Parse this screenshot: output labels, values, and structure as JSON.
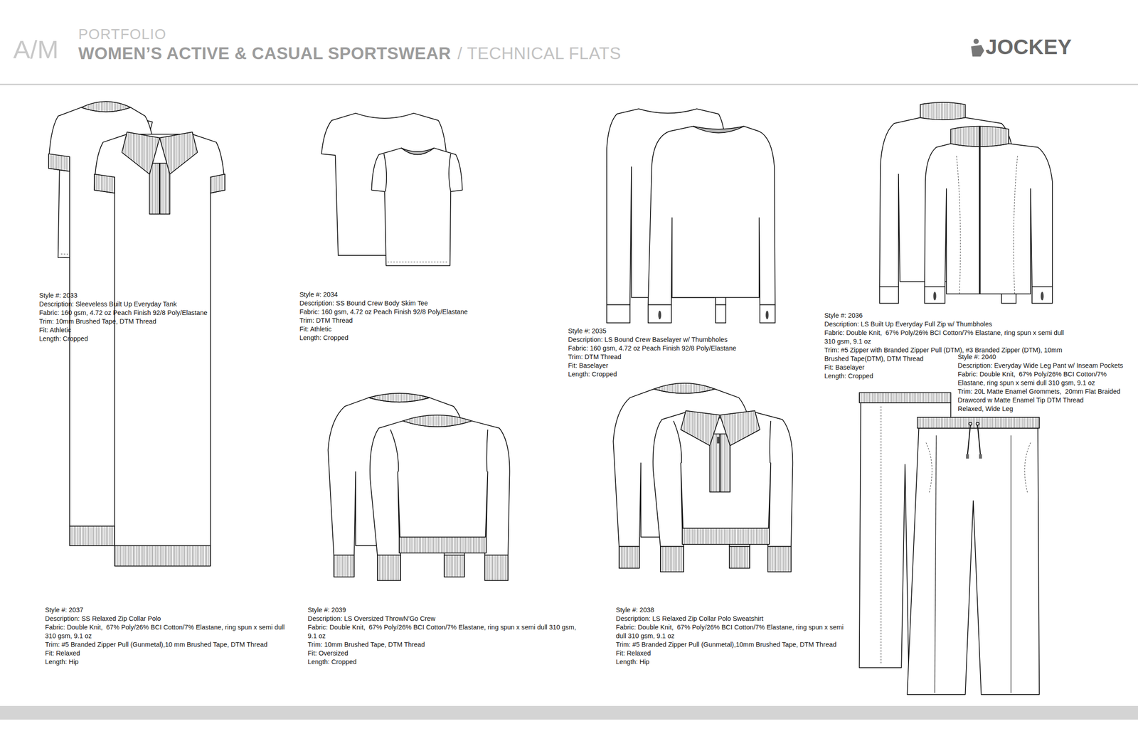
{
  "diagram": {
    "title": "WOMEN’S ACTIVE & CASUAL SPORTSWEAR",
    "labels": [
      "A/M",
      "PORTFOLIO",
      "/ TECHNICAL FLATS",
      "JOCKEY",
      "Style #: 2033",
      "Description: Sleeveless Built Up Everyday Tank",
      "Fabric: 160 gsm, 4.72 oz Peach Finish 92/8 Poly/Elastane",
      "Trim: 10mm Brushed Tape, DTM Thread",
      "Fit: Athletic",
      "Length: Cropped",
      "Style #: 2034",
      "Description: SS Bound Crew Body Skim Tee",
      "Fabric: 160 gsm, 4.72 oz Peach Finish 92/8 Poly/Elastane",
      "Trim: DTM Thread",
      "Fit: Athletic",
      "Length: Cropped",
      "Style #: 2035",
      "Description: LS Bound Crew Baselayer w/ Thumbholes",
      "Fabric: 160 gsm, 4.72 oz Peach Finish 92/8 Poly/Elastane",
      "Trim: DTM Thread",
      "Fit: Baselayer",
      "Length: Cropped",
      "Style #: 2036",
      "Description: LS Built Up Everyday Full Zip w/ Thumbholes",
      "Fabric: Double Knit,  67% Poly/26% BCI Cotton/7% Elastane, ring spun x semi dull 310 gsm, 9.1 oz",
      "Trim: #5 Zipper with Branded Zipper Pull (DTM), #3 Branded Zipper (DTM), 10mm Brushed Tape(DTM), DTM Thread",
      "Fit: Baselayer",
      "Length: Cropped",
      "Style #: 2040",
      "Description: Everyday Wide Leg Pant w/ Inseam Pockets",
      "Fabric: Double Knit,  67% Poly/26% BCI Cotton/7% Elastane, ring spun x semi dull 310 gsm, 9.1 oz",
      "Trim: 20L Matte Enamel Grommets,  20mm Flat Braided Drawcord w Matte Enamel Tip DTM Thread",
      "Relaxed, Wide Leg",
      "Style #: 2037",
      "Description: SS Relaxed Zip Collar Polo",
      "Fabric: Double Knit,  67% Poly/26% BCI Cotton/7% Elastane, ring spun x semi dull 310 gsm, 9.1 oz",
      "Trim: #5 Branded Zipper Pull (Gunmetal),10 mm Brushed Tape, DTM Thread",
      "Fit: Relaxed",
      "Length: Hip",
      "Style #: 2039",
      "Description: LS Oversized ThrowN’Go Crew",
      "Fabric: Double Knit,  67% Poly/26% BCI Cotton/7% Elastane, ring spun x semi dull 310 gsm, 9.1 oz",
      "Trim: 10mm Brushed Tape, DTM Thread",
      "Fit: Oversized",
      "Length: Cropped",
      "Style #: 2038",
      "Description: LS Relaxed Zip Collar Polo Sweatshirt",
      "Fabric: Double Knit,  67% Poly/26% BCI Cotton/7% Elastane, ring spun x semi dull 310 gsm, 9.1 oz",
      "Trim: #5 Branded Zipper Pull (Gunmetal),10mm Brushed Tape, DTM Thread",
      "Fit: Relaxed",
      "Length: Hip"
    ]
  }
}
